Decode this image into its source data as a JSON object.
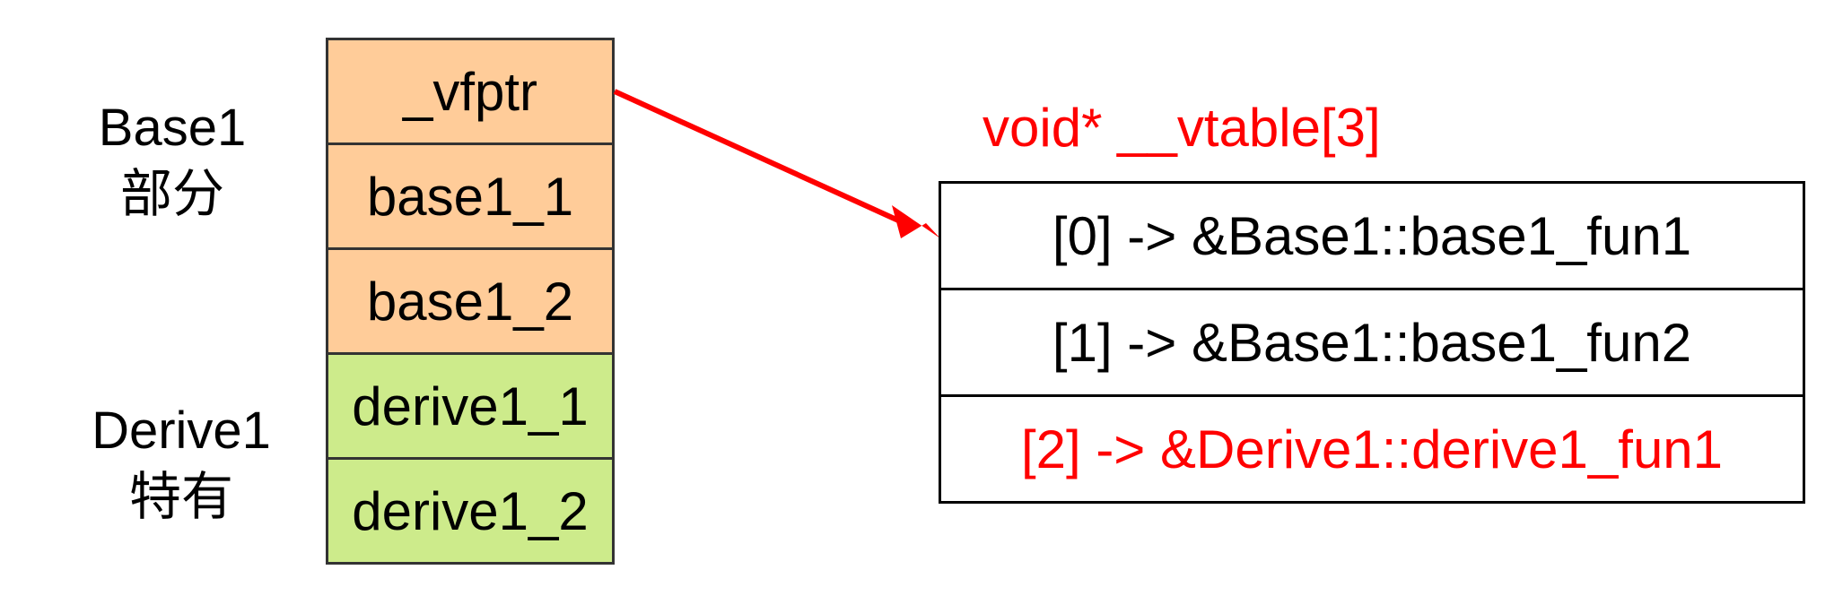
{
  "labels": {
    "base_line1": "Base1",
    "base_line2": "部分",
    "derive_line1": "Derive1",
    "derive_line2": "特有"
  },
  "layout_cells": [
    {
      "text": "_vfptr",
      "fill": "#FFCC99"
    },
    {
      "text": "base1_1",
      "fill": "#FFCC99"
    },
    {
      "text": "base1_2",
      "fill": "#FFCC99"
    },
    {
      "text": "derive1_1",
      "fill": "#CDEB8B"
    },
    {
      "text": "derive1_2",
      "fill": "#CDEB8B"
    }
  ],
  "vtable": {
    "title": "void* __vtable[3]",
    "title_color": "#FF0000",
    "entries": [
      {
        "text": "[0] -> &Base1::base1_fun1",
        "color": "#000000"
      },
      {
        "text": "[1] -> &Base1::base1_fun2",
        "color": "#000000"
      },
      {
        "text": "[2] -> &Derive1::derive1_fun1",
        "color": "#FF0000"
      }
    ]
  },
  "arrow_color": "#FF0000"
}
